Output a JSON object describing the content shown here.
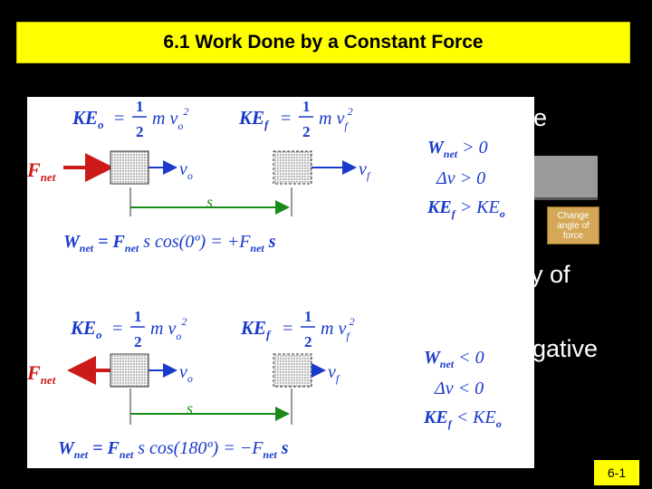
{
  "title": "6.1 Work Done by a Constant Force",
  "background_fragments": {
    "line1": "he",
    "line2": "y of",
    "line3": "gative",
    "small_e": "e"
  },
  "change_button": {
    "label": "Change angle of force"
  },
  "slide_number": "6-1",
  "diagram_top": {
    "ke_o": "KE",
    "ke_o_sub": "o",
    "ke_f": "KE",
    "ke_f_sub": "f",
    "half_num": "1",
    "half_den": "2",
    "force_label": "F",
    "force_sub": "net",
    "v_o": "v",
    "v_o_sub": "o",
    "v_f": "v",
    "v_f_sub": "f",
    "s_label": "s",
    "work_eq": "W",
    "work_eq_sub": "net",
    "work_rhs": "= F",
    "work_rhs_sub": "net",
    "work_rhs2": "s cos(0º) = +F",
    "work_rhs2_sub": "net",
    "work_rhs3": "s",
    "cond1": "W",
    "cond1_sub": "net",
    "cond1_rhs": "> 0",
    "cond2": "Δv > 0",
    "cond3": "KE",
    "cond3_sub": "f",
    "cond3_rhs": "> KE",
    "cond3_rhs_sub": "o"
  },
  "diagram_bottom": {
    "work_rhs2": "s cos(180º) = −F",
    "cond1_rhs": "< 0",
    "cond2": "Δv < 0",
    "cond3_rhs": "< KE"
  }
}
